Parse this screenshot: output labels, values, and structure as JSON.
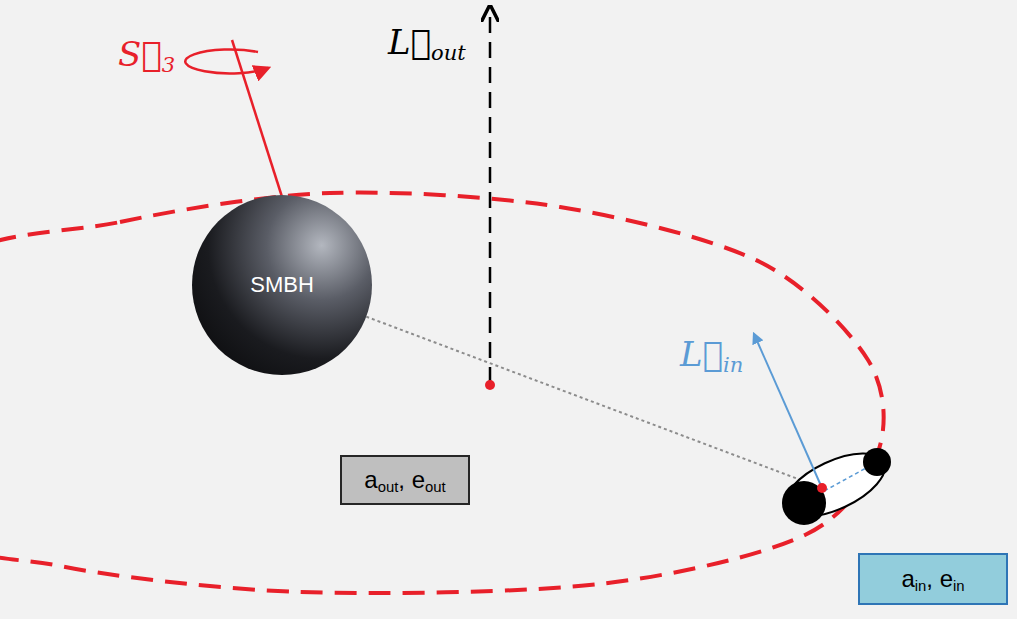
{
  "diagram": {
    "nodes": [
      {
        "text": [
          "SMBH"
        ]
      },
      {
        "text": [
          "aout, eout"
        ]
      },
      {
        "text": [
          "ain, ein"
        ]
      }
    ],
    "labels": [
      "S⃗3",
      "L⃗out",
      "L⃗in"
    ]
  }
}
